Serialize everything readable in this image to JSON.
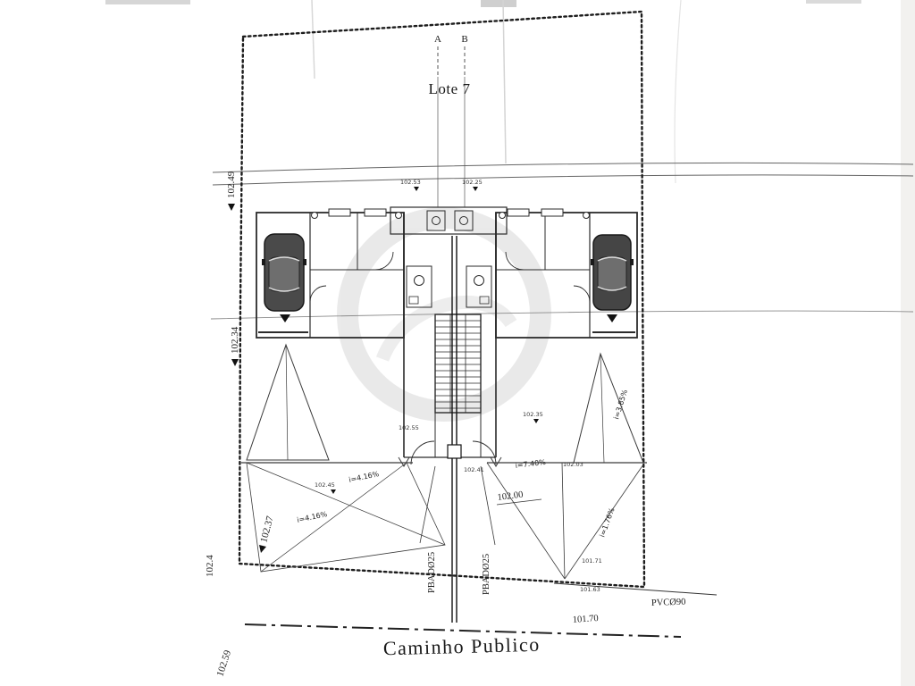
{
  "drawing": {
    "title": "Lote 7",
    "road_name": "Caminho Publico",
    "sections": {
      "a": "A",
      "b": "B"
    },
    "pipes": {
      "pbad_left": "PBADØ25",
      "pbad_right": "PBADØ25",
      "pvc": "PVCØ90"
    },
    "elevations": {
      "left_top": "102.49",
      "left_mid": "102.34",
      "left_low": "102.37",
      "left_edge": "102.4",
      "bottom_left": "102.59",
      "plot_center": "102.00",
      "road": "101.70",
      "top_a": "102.53",
      "top_b": "102.25",
      "mid_left": "102.55",
      "mid_right": "102.35",
      "apron_left": "102.45",
      "apron_center": "102.41",
      "apron_right": "102.03",
      "bottom_right_upper": "101.71",
      "bottom_right_lower": "101.63"
    },
    "slopes": {
      "left_upper": "i=4.16%",
      "left_lower": "i=4.16%",
      "center": "i=7.40%",
      "right_upper": "i=3.85%",
      "right_lower": "i=1.76%"
    }
  }
}
